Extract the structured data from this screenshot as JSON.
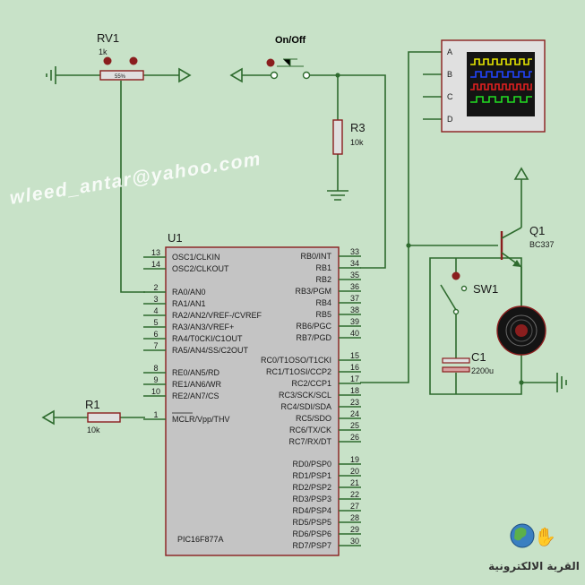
{
  "colors": {
    "background": "#c8e2c8",
    "wire": "#2e6b2e",
    "body_outline": "#8a1e1e",
    "chip_fill": "#c4c4c4",
    "component_fill": "#e0e0e0",
    "dot": "#8a1e1e",
    "scope_screen": "#141414",
    "trace_a": "#e8e800",
    "trace_b": "#2244ff",
    "trace_c": "#e02020",
    "trace_d": "#22dd22",
    "watermark": "#ffffff"
  },
  "rv1": {
    "ref": "RV1",
    "value": "1k",
    "wiper": "55%"
  },
  "switch_top": {
    "label": "On/Off"
  },
  "r3": {
    "ref": "R3",
    "value": "10k"
  },
  "scope": {
    "channels": [
      "A",
      "B",
      "C",
      "D"
    ]
  },
  "watermark": "wleed_antar@yahoo.com",
  "u1": {
    "ref": "U1",
    "part": "PIC16F877A",
    "left_pins": [
      {
        "num": "13",
        "name": "OSC1/CLKIN"
      },
      {
        "num": "14",
        "name": "OSC2/CLKOUT"
      },
      {
        "num": "2",
        "name": "RA0/AN0"
      },
      {
        "num": "3",
        "name": "RA1/AN1"
      },
      {
        "num": "4",
        "name": "RA2/AN2/VREF-/CVREF"
      },
      {
        "num": "5",
        "name": "RA3/AN3/VREF+"
      },
      {
        "num": "6",
        "name": "RA4/T0CKI/C1OUT"
      },
      {
        "num": "7",
        "name": "RA5/AN4/SS/C2OUT"
      },
      {
        "num": "8",
        "name": "RE0/AN5/RD"
      },
      {
        "num": "9",
        "name": "RE1/AN6/WR"
      },
      {
        "num": "10",
        "name": "RE2/AN7/CS"
      },
      {
        "num": "1",
        "name": "MCLR/Vpp/THV"
      }
    ],
    "right_pins": [
      {
        "num": "33",
        "name": "RB0/INT"
      },
      {
        "num": "34",
        "name": "RB1"
      },
      {
        "num": "35",
        "name": "RB2"
      },
      {
        "num": "36",
        "name": "RB3/PGM"
      },
      {
        "num": "37",
        "name": "RB4"
      },
      {
        "num": "38",
        "name": "RB5"
      },
      {
        "num": "39",
        "name": "RB6/PGC"
      },
      {
        "num": "40",
        "name": "RB7/PGD"
      },
      {
        "num": "15",
        "name": "RC0/T1OSO/T1CKI"
      },
      {
        "num": "16",
        "name": "RC1/T1OSI/CCP2"
      },
      {
        "num": "17",
        "name": "RC2/CCP1"
      },
      {
        "num": "18",
        "name": "RC3/SCK/SCL"
      },
      {
        "num": "23",
        "name": "RC4/SDI/SDA"
      },
      {
        "num": "24",
        "name": "RC5/SDO"
      },
      {
        "num": "25",
        "name": "RC6/TX/CK"
      },
      {
        "num": "26",
        "name": "RC7/RX/DT"
      },
      {
        "num": "19",
        "name": "RD0/PSP0"
      },
      {
        "num": "20",
        "name": "RD1/PSP1"
      },
      {
        "num": "21",
        "name": "RD2/PSP2"
      },
      {
        "num": "22",
        "name": "RD3/PSP3"
      },
      {
        "num": "27",
        "name": "RD4/PSP4"
      },
      {
        "num": "28",
        "name": "RD5/PSP5"
      },
      {
        "num": "29",
        "name": "RD6/PSP6"
      },
      {
        "num": "30",
        "name": "RD7/PSP7"
      }
    ]
  },
  "r1": {
    "ref": "R1",
    "value": "10k"
  },
  "q1": {
    "ref": "Q1",
    "part": "BC337"
  },
  "sw1": {
    "ref": "SW1"
  },
  "c1": {
    "ref": "C1",
    "value": "2200u"
  },
  "logo": {
    "text": "القرية الالكترونية"
  }
}
